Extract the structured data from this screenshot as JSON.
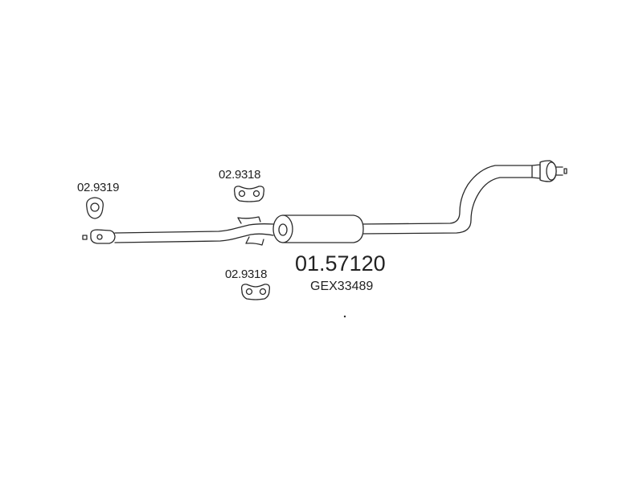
{
  "labels": {
    "gasket": "02.9319",
    "hanger_top": "02.9318",
    "hanger_bottom": "02.9318",
    "part_number": "01.57120",
    "oe_number": "GEX33489"
  },
  "colors": {
    "line": "#2a2a2a",
    "text": "#222222",
    "background": "#ffffff"
  },
  "icons": {
    "gasket": "flange-gasket-icon",
    "hanger": "rubber-hanger-icon",
    "pipe": "exhaust-pipe-icon",
    "muffler": "middle-silencer-icon"
  }
}
